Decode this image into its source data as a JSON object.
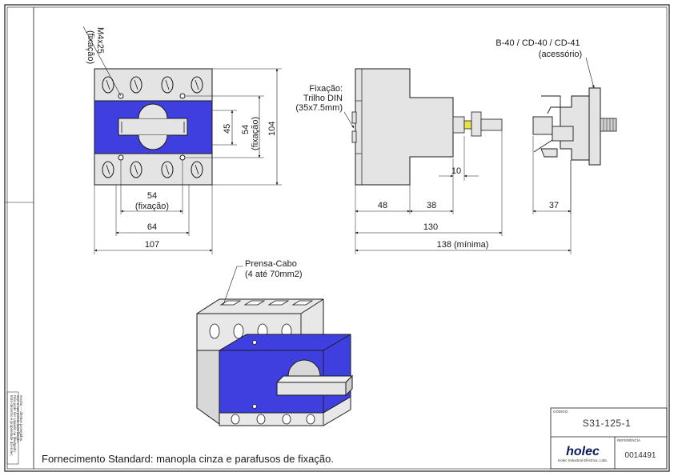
{
  "front_view": {
    "m4_label": "M4x25",
    "m4_sublabel": "(fixação)",
    "dim_45": "45",
    "dim_54_vertical": "54",
    "dim_54_vertical_sub": "(fixação)",
    "dim_104": "104",
    "dim_54_horizontal": "54",
    "dim_54_horizontal_sub": "(fixação)",
    "dim_64": "64",
    "dim_107": "107"
  },
  "side_view": {
    "fixacao_line1": "Fixação:",
    "fixacao_line2": "Trilho DIN",
    "fixacao_line3": "(35x7.5mm)",
    "dim_10": "10",
    "dim_48": "48",
    "dim_38": "38",
    "dim_130": "130",
    "dim_138": "138 (mínima)"
  },
  "accessory_view": {
    "label_line1": "B-40 / CD-40 / CD-41",
    "label_line2": "(acessório)",
    "dim_37": "37"
  },
  "iso_view": {
    "label_line1": "Prensa-Cabo",
    "label_line2": "(4 até 70mm2)"
  },
  "footer": {
    "note": "Fornecimento Standard: manopla cinza e parafusos de fixação."
  },
  "title_block": {
    "codigo_label": "CÓDIGO",
    "codigo_value": "S31-125-1",
    "referencia_label": "REFERÊNCIA",
    "referencia_value": "0014491",
    "logo": "holec",
    "logo_sub": "Holec Industrial Eléctrica, Ltda."
  },
  "side_note": {
    "line1": "Este desenho é propriedade da Holec.",
    "line2": "Não pode ser copiado ou divulgado",
    "line3": "sem a sua prévia autorização",
    "line4": "escrita — direitos protegidos."
  },
  "colors": {
    "handle_blue": "#3f3fe0",
    "body_gray": "#e4e4e4",
    "line": "#1a1a1a"
  }
}
